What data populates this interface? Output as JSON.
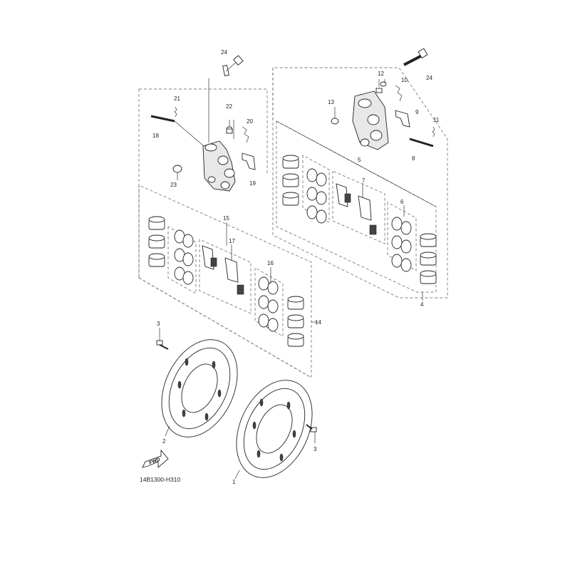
{
  "diagram": {
    "drawing_code": "14B1300-H310",
    "fwd_label": "FWD",
    "callouts": {
      "c1": "1",
      "c2": "2",
      "c3a": "3",
      "c3b": "3",
      "c4": "4",
      "c5": "5",
      "c6": "6",
      "c7": "7",
      "c8": "8",
      "c9": "9",
      "c10": "10",
      "c11": "11",
      "c12": "12",
      "c13": "13",
      "c14": "14",
      "c15": "15",
      "c16": "16",
      "c17": "17",
      "c18": "18",
      "c19": "19",
      "c20": "20",
      "c21": "21",
      "c22": "22",
      "c23": "23",
      "c24a": "24",
      "c24b": "24"
    }
  }
}
